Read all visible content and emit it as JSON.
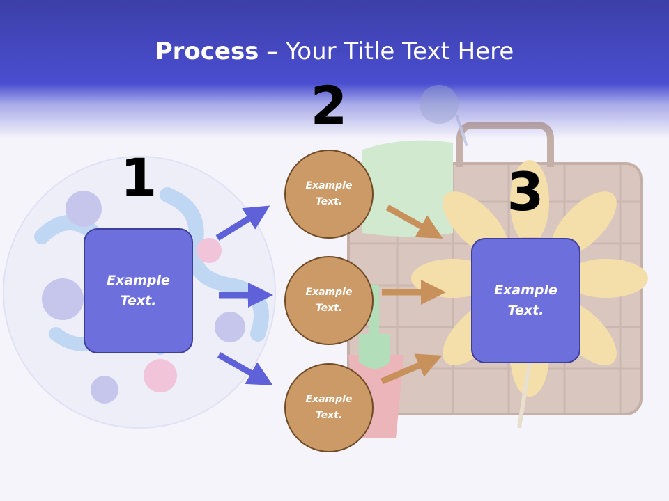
{
  "title": {
    "bold": "Process",
    "rest": " – Your Title Text Here"
  },
  "steps": [
    {
      "number": "1",
      "text": "Example Text."
    },
    {
      "number": "2",
      "items": [
        "Example Text.",
        "Example Text.",
        "Example Text."
      ]
    },
    {
      "number": "3",
      "text": "Example Text."
    }
  ],
  "colors": {
    "header": "#4a4ed0",
    "box_fill": "#6d6fdc",
    "box_border": "#3e3f9a",
    "circle_fill": "#cc9a66",
    "circle_border": "#6e4a26",
    "arrow_blue": "#5f61d8",
    "arrow_tan": "#c8915c"
  }
}
